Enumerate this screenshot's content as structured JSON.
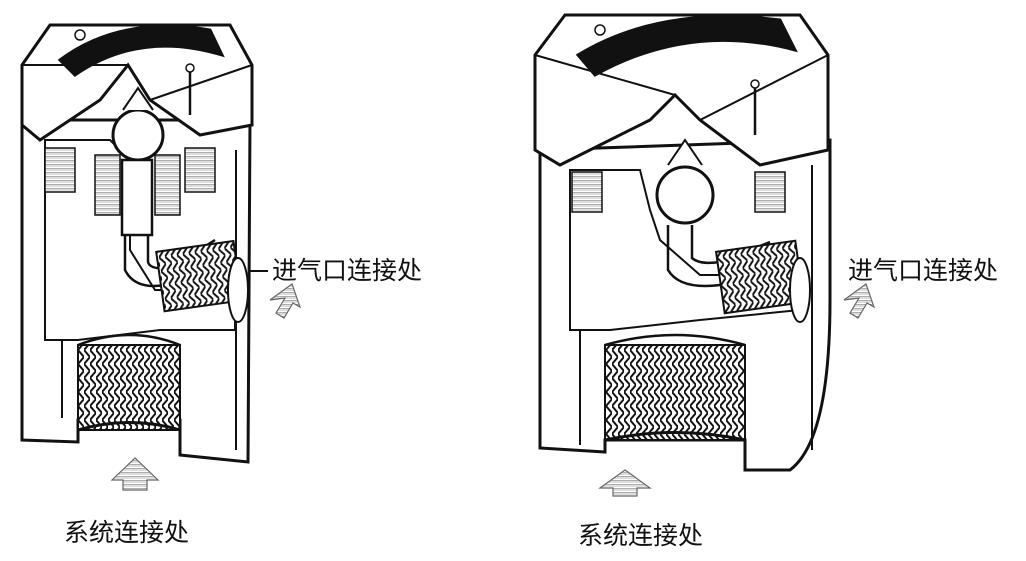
{
  "figure": {
    "left_valve": {
      "inlet_label": "进气口连接处",
      "system_label": "系统连接处"
    },
    "right_valve": {
      "inlet_label": "进气口连接处",
      "system_label": "系统连接处"
    }
  },
  "colors": {
    "line": "#111111",
    "background": "#ffffff",
    "hatch": "#7a7a7a"
  },
  "icons": [
    "flow-arrow-up",
    "flow-arrow-diagonal"
  ]
}
